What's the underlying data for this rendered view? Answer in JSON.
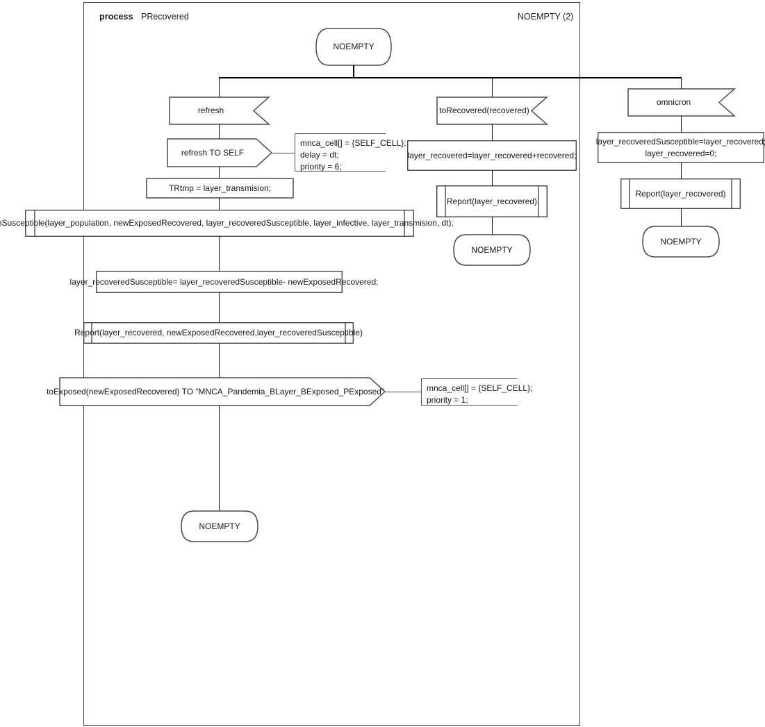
{
  "diagram": {
    "type": "SDL process diagram",
    "frame": {
      "keyword": "process",
      "name": "PRecovered",
      "state_ref": "NOEMPTY (2)"
    },
    "start_state": {
      "label": "NOEMPTY"
    },
    "branches": [
      {
        "id": "refresh-branch",
        "input": {
          "label": "refresh"
        },
        "output": {
          "label": "refresh TO SELF"
        },
        "output_comment": "mnca_cell[] = {SELF_CELL};\ndelay = dt;\npriority = 6;",
        "task1": {
          "label": "TRtmp  = layer_transmision;"
        },
        "procedure1": {
          "label": "numSusceptible(layer_population, newExposedRecovered, layer_recoveredSusceptible, layer_infective, layer_transmision, dt);"
        },
        "task2": {
          "label": "layer_recoveredSusceptible= layer_recoveredSusceptible- newExposedRecovered;"
        },
        "procedure2": {
          "label": "Report(layer_recovered, newExposedRecovered,layer_recoveredSusceptible)"
        },
        "output2": {
          "label": "toExposed(newExposedRecovered) TO “MNCA_Pandemia_BLayer_BExposed_PExposed”"
        },
        "output2_comment": "mnca_cell[] = {SELF_CELL};\npriority = 1;",
        "nextstate": {
          "label": "NOEMPTY"
        }
      },
      {
        "id": "torecovered-branch",
        "input": {
          "label": "toRecovered(recovered)"
        },
        "task": {
          "label": "layer_recovered=layer_recovered+recovered;"
        },
        "procedure": {
          "label": "Report(layer_recovered)"
        },
        "nextstate": {
          "label": "NOEMPTY"
        }
      },
      {
        "id": "omnicron-branch",
        "input": {
          "label": "omnicron"
        },
        "task": {
          "label": "layer_recoveredSusceptible=layer_recovered;\nlayer_recovered=0;"
        },
        "procedure": {
          "label": "Report(layer_recovered)"
        },
        "nextstate": {
          "label": "NOEMPTY"
        }
      }
    ],
    "colors": {
      "line": "#111111",
      "shape_stroke": "#4a4a4a",
      "text": "#16161f",
      "background": "#ffffff"
    }
  }
}
